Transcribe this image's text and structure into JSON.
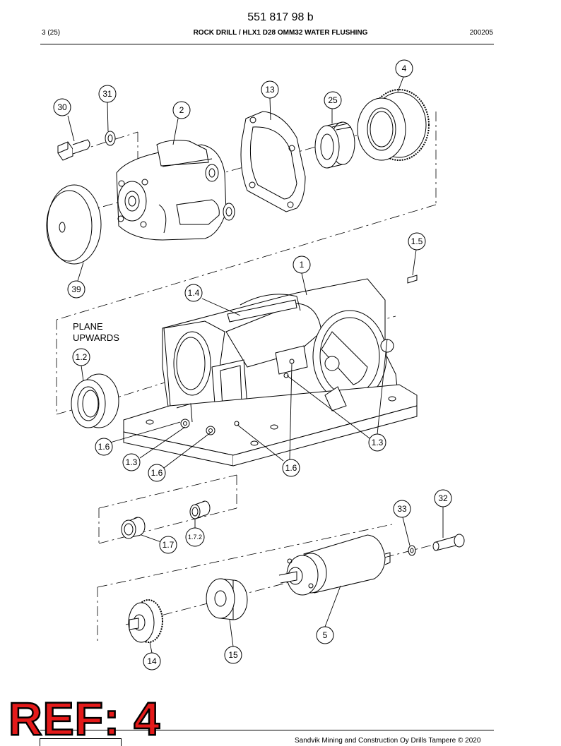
{
  "header": {
    "doc_number": "551 817 98 b",
    "page": "3 (25)",
    "title": "ROCK DRILL / HLX1 D28 OMM32 WATER FLUSHING",
    "date": "200205"
  },
  "annotation": {
    "line1": "PLANE",
    "line2": "UPWARDS"
  },
  "callouts": [
    "4",
    "31",
    "13",
    "30",
    "25",
    "2",
    "1.5",
    "1",
    "39",
    "1.4",
    "1.2",
    "1.3",
    "1.6",
    "1.3",
    "1.6",
    "1.6",
    "32",
    "33",
    "1.7.2",
    "1.7",
    "5",
    "15",
    "14"
  ],
  "stamp": "REF: 4",
  "footer": {
    "copyright": "Sandvik Mining and Construction Oy Drills Tampere © 2020"
  }
}
